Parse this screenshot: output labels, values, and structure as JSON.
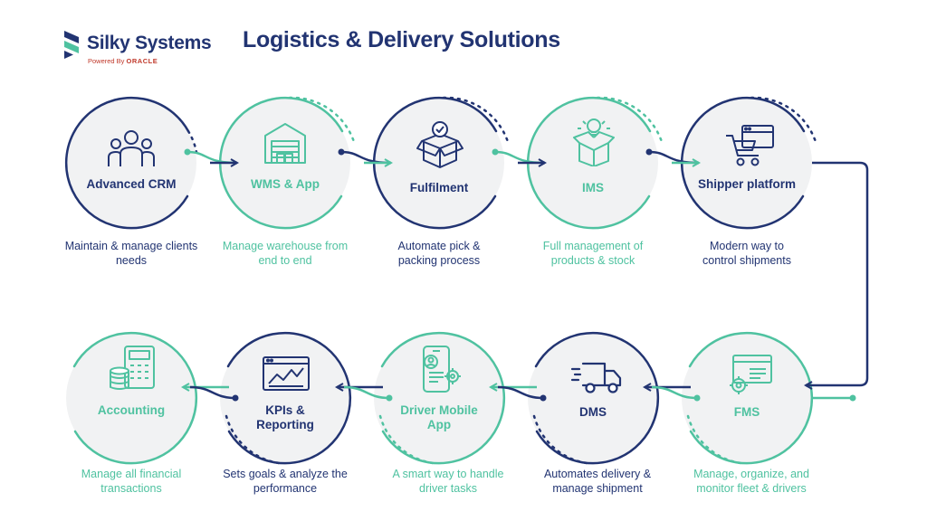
{
  "header": {
    "brand": "Silky Systems",
    "powered_by": "Powered By",
    "partner": "ORACLE",
    "title": "Logistics & Delivery Solutions"
  },
  "colors": {
    "navy": "#223472",
    "teal": "#4fc2a0",
    "light_gray": "#f1f2f3",
    "logo_red": "#c0392b"
  },
  "steps": [
    {
      "label": "Advanced CRM",
      "description": "Maintain & manage clients needs",
      "icon": "users-group-icon",
      "color": "navy"
    },
    {
      "label": "WMS & App",
      "description": "Manage warehouse from end to end",
      "icon": "warehouse-icon",
      "color": "teal"
    },
    {
      "label": "Fulfilment",
      "description": "Automate pick & packing process",
      "icon": "package-check-icon",
      "color": "navy"
    },
    {
      "label": "IMS",
      "description": "Full management of products & stock",
      "icon": "box-idea-icon",
      "color": "teal"
    },
    {
      "label": "Shipper platform",
      "description": "Modern way to control shipments",
      "icon": "shopping-cart-icon",
      "color": "navy"
    },
    {
      "label": "FMS",
      "description": "Manage, organize, and monitor fleet & drivers",
      "icon": "fleet-settings-icon",
      "color": "teal"
    },
    {
      "label": "DMS",
      "description": "Automates delivery & manage shipment",
      "icon": "delivery-truck-icon",
      "color": "navy"
    },
    {
      "label": "Driver Mobile App",
      "description": "A smart way to handle driver tasks",
      "icon": "mobile-driver-icon",
      "color": "teal"
    },
    {
      "label": "KPIs & Reporting",
      "description": "Sets goals & analyze the performance",
      "icon": "report-chart-icon",
      "color": "navy"
    },
    {
      "label": "Accounting",
      "description": "Manage all financial transactions",
      "icon": "calculator-coins-icon",
      "color": "teal"
    }
  ]
}
